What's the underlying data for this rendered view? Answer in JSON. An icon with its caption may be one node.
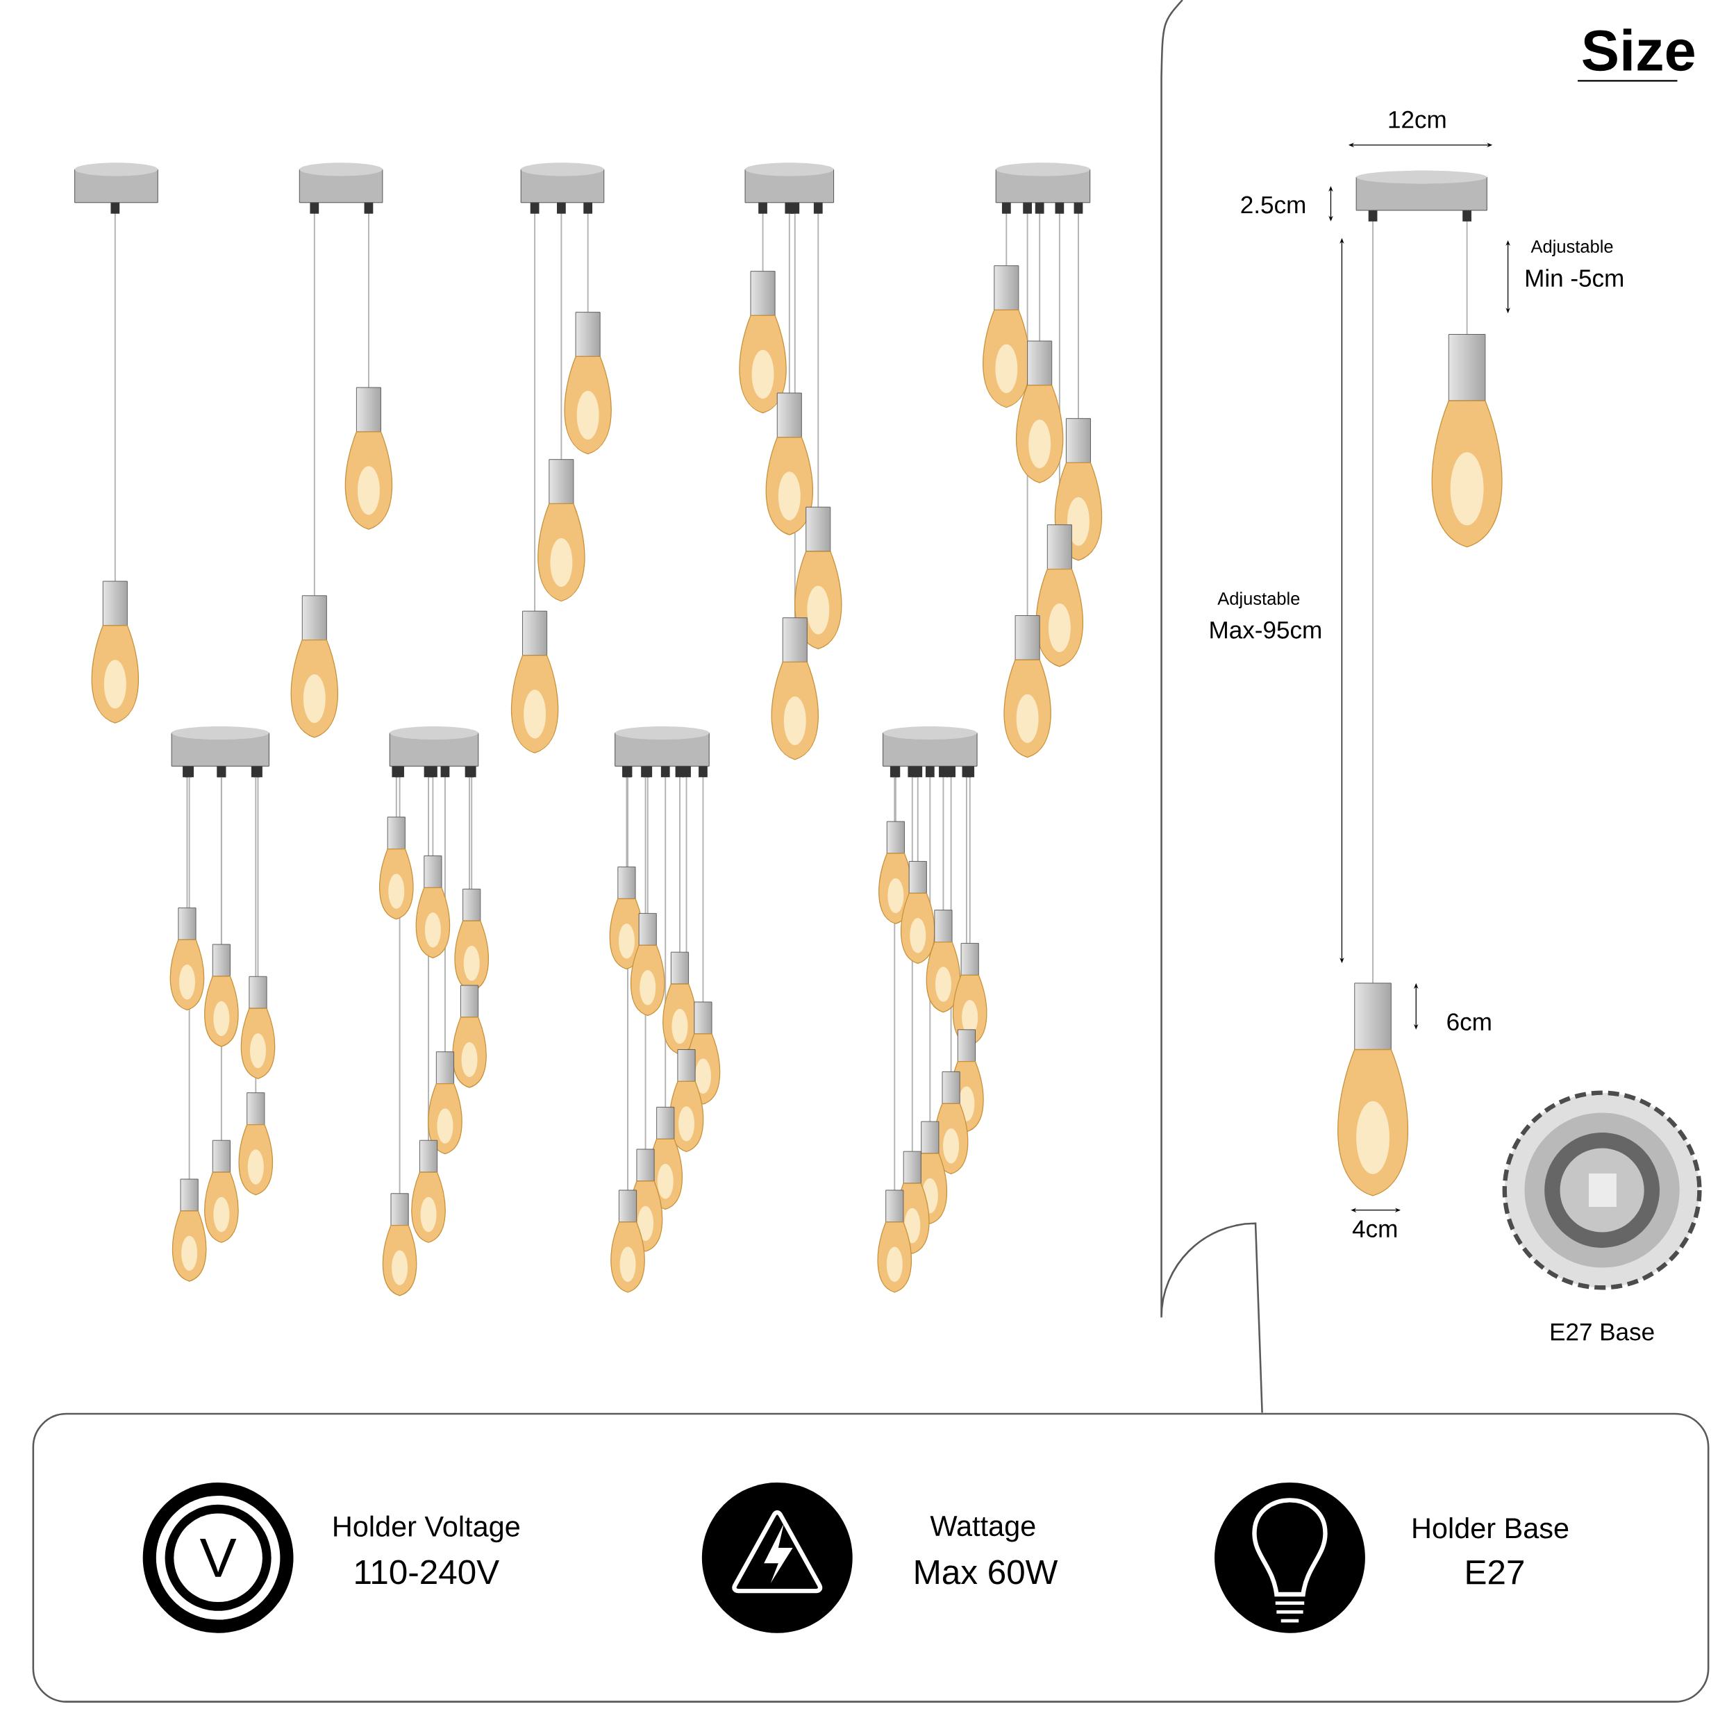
{
  "diagram": {
    "title": "Size",
    "labels": [
      "12cm",
      "2.5cm",
      "Adjustable",
      "Min -5cm",
      "Adjustable",
      "Max-95cm",
      "6cm",
      "4cm",
      "E27 Base",
      "V",
      "Holder Voltage",
      "110-240V",
      "Wattage",
      "Max 60W",
      "Holder Base",
      "E27"
    ]
  }
}
